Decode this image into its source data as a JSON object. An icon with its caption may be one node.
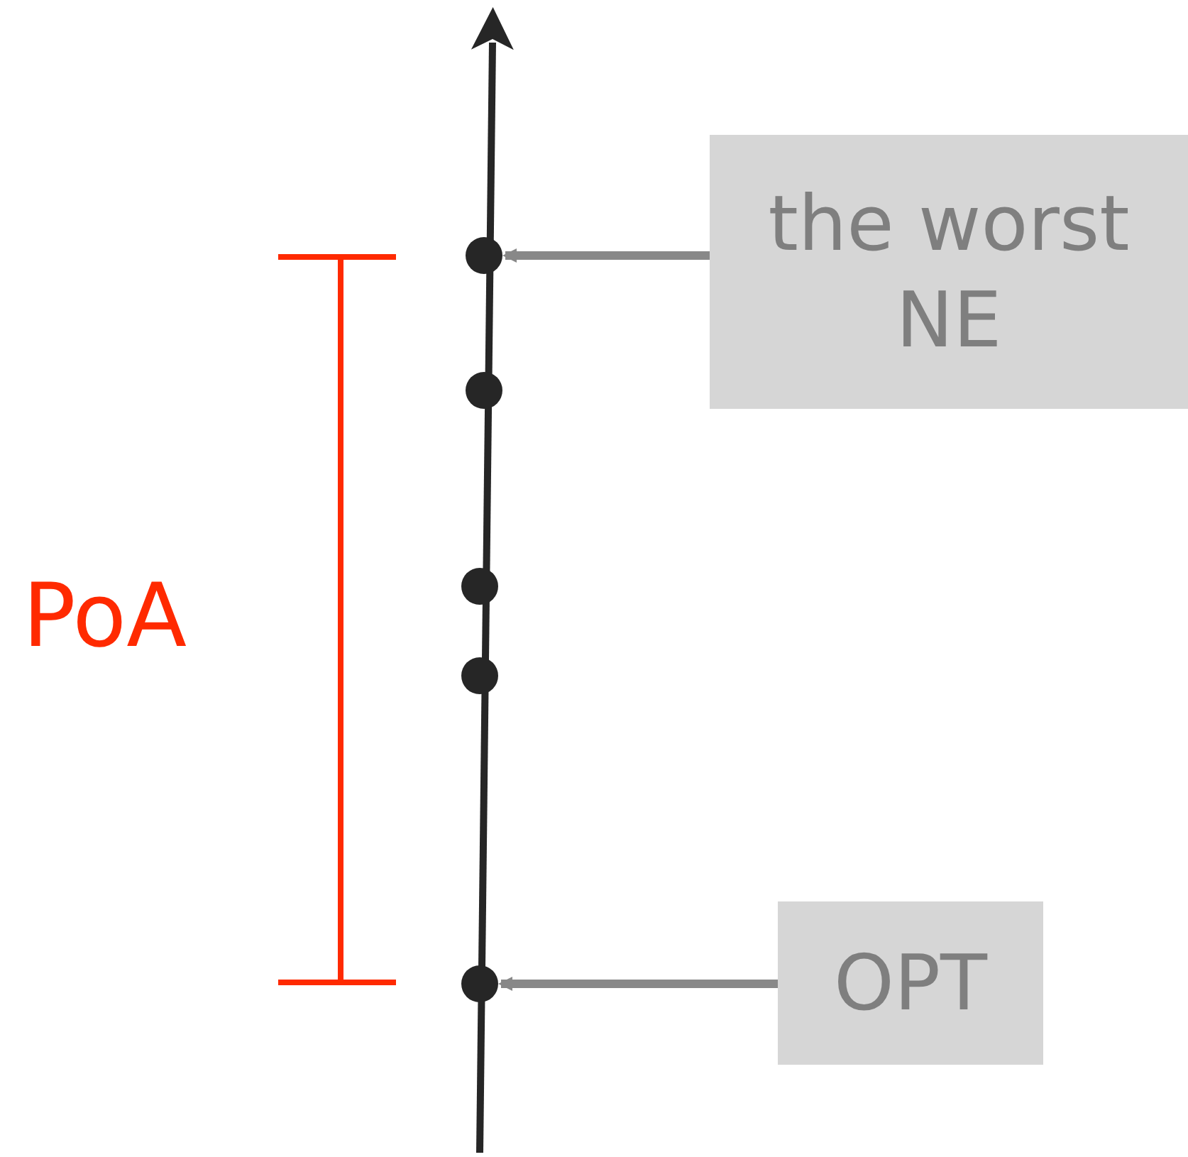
{
  "diagram": {
    "nodes": [
      {
        "text": [
          "the worst NE"
        ]
      },
      {
        "text": [],
        "shape": "circle"
      },
      {
        "text": [],
        "shape": "circle"
      },
      {
        "text": [],
        "shape": "circle"
      },
      {
        "text": [],
        "shape": "circle"
      },
      {
        "text": [],
        "shape": "circle"
      },
      {
        "text": [
          "OPT"
        ]
      }
    ],
    "edges": [
      {
        "from": 0,
        "to": 1,
        "arrow": "to"
      },
      {
        "from": 6,
        "to": 5,
        "arrow": "to"
      }
    ],
    "labels": [
      "PoA"
    ]
  }
}
